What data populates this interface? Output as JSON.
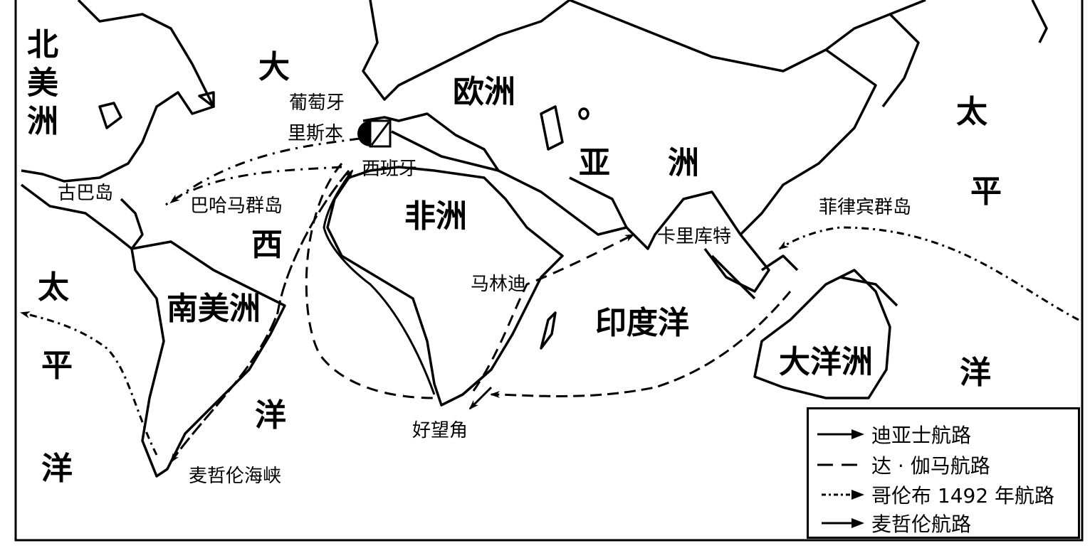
{
  "map": {
    "continents": {
      "north_america": "北美洲",
      "europe": "欧洲",
      "asia_1": "亚",
      "asia_2": "洲",
      "africa": "非洲",
      "south_america": "南美洲",
      "oceania": "大洋洲"
    },
    "oceans": {
      "atlantic": [
        "大",
        "西",
        "洋"
      ],
      "pacific_east": [
        "太",
        "平",
        "洋"
      ],
      "pacific_west": [
        "太",
        "平",
        "洋"
      ],
      "indian": "印度洋"
    },
    "places": {
      "portugal": "葡萄牙",
      "lisbon": "里斯本",
      "spain": "西班牙",
      "cuba": "古巴岛",
      "bahamas": "巴哈马群岛",
      "calicut": "卡里库特",
      "philippines": "菲律宾群岛",
      "malindi": "马林迪",
      "cape_good_hope": "好望角",
      "magellan_strait": "麦哲伦海峡"
    }
  },
  "legend": {
    "items": [
      {
        "label": "迪亚士航路",
        "style": "solid-arrow"
      },
      {
        "label": "达 · 伽马航路",
        "style": "dashed"
      },
      {
        "label": "哥伦布 1492 年航路",
        "style": "dash-dot-arrow"
      },
      {
        "label": "麦哲伦航路",
        "style": "solid-arrow"
      }
    ]
  }
}
